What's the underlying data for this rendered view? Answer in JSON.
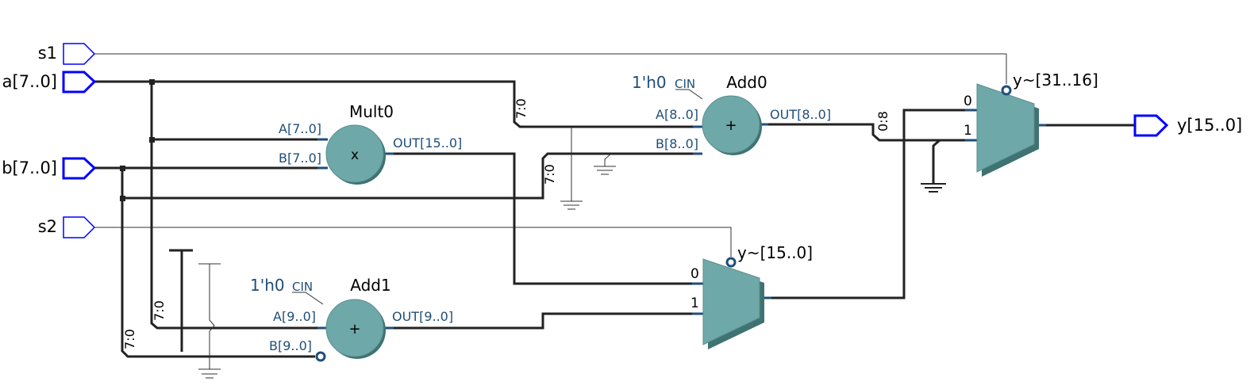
{
  "colors": {
    "wire": "#222222",
    "port_outline": "#0000ff",
    "block_fill": "#6fa8a8",
    "block_shadow": "#3f7272",
    "pin_text": "#1f4e79"
  },
  "ports": {
    "s1": "s1",
    "a": "a[7..0]",
    "b": "b[7..0]",
    "s2": "s2",
    "y": "y[15..0]"
  },
  "mult0": {
    "name": "Mult0",
    "symbol": "x",
    "in_a": "A[7..0]",
    "in_b": "B[7..0]",
    "out": "OUT[15..0]"
  },
  "add0": {
    "name": "Add0",
    "symbol": "+",
    "cin_value": "1'h0",
    "cin_pin": "CIN",
    "in_a": "A[8..0]",
    "in_b": "B[8..0]",
    "out": "OUT[8..0]"
  },
  "add1": {
    "name": "Add1",
    "symbol": "+",
    "cin_value": "1'h0",
    "cin_pin": "CIN",
    "in_a": "A[9..0]",
    "in_b": "B[9..0]",
    "out": "OUT[9..0]"
  },
  "mux_low": {
    "name": "y~[15..0]",
    "in0": "0",
    "in1": "1"
  },
  "mux_high": {
    "name": "y~[31..16]",
    "in0": "0",
    "in1": "1"
  },
  "slices": {
    "a_to_add0": "7:0",
    "b_to_add0": "7:0",
    "add0_to_mux": "0:8",
    "a_to_add1": "7:0",
    "b_to_add1": "7:0"
  }
}
